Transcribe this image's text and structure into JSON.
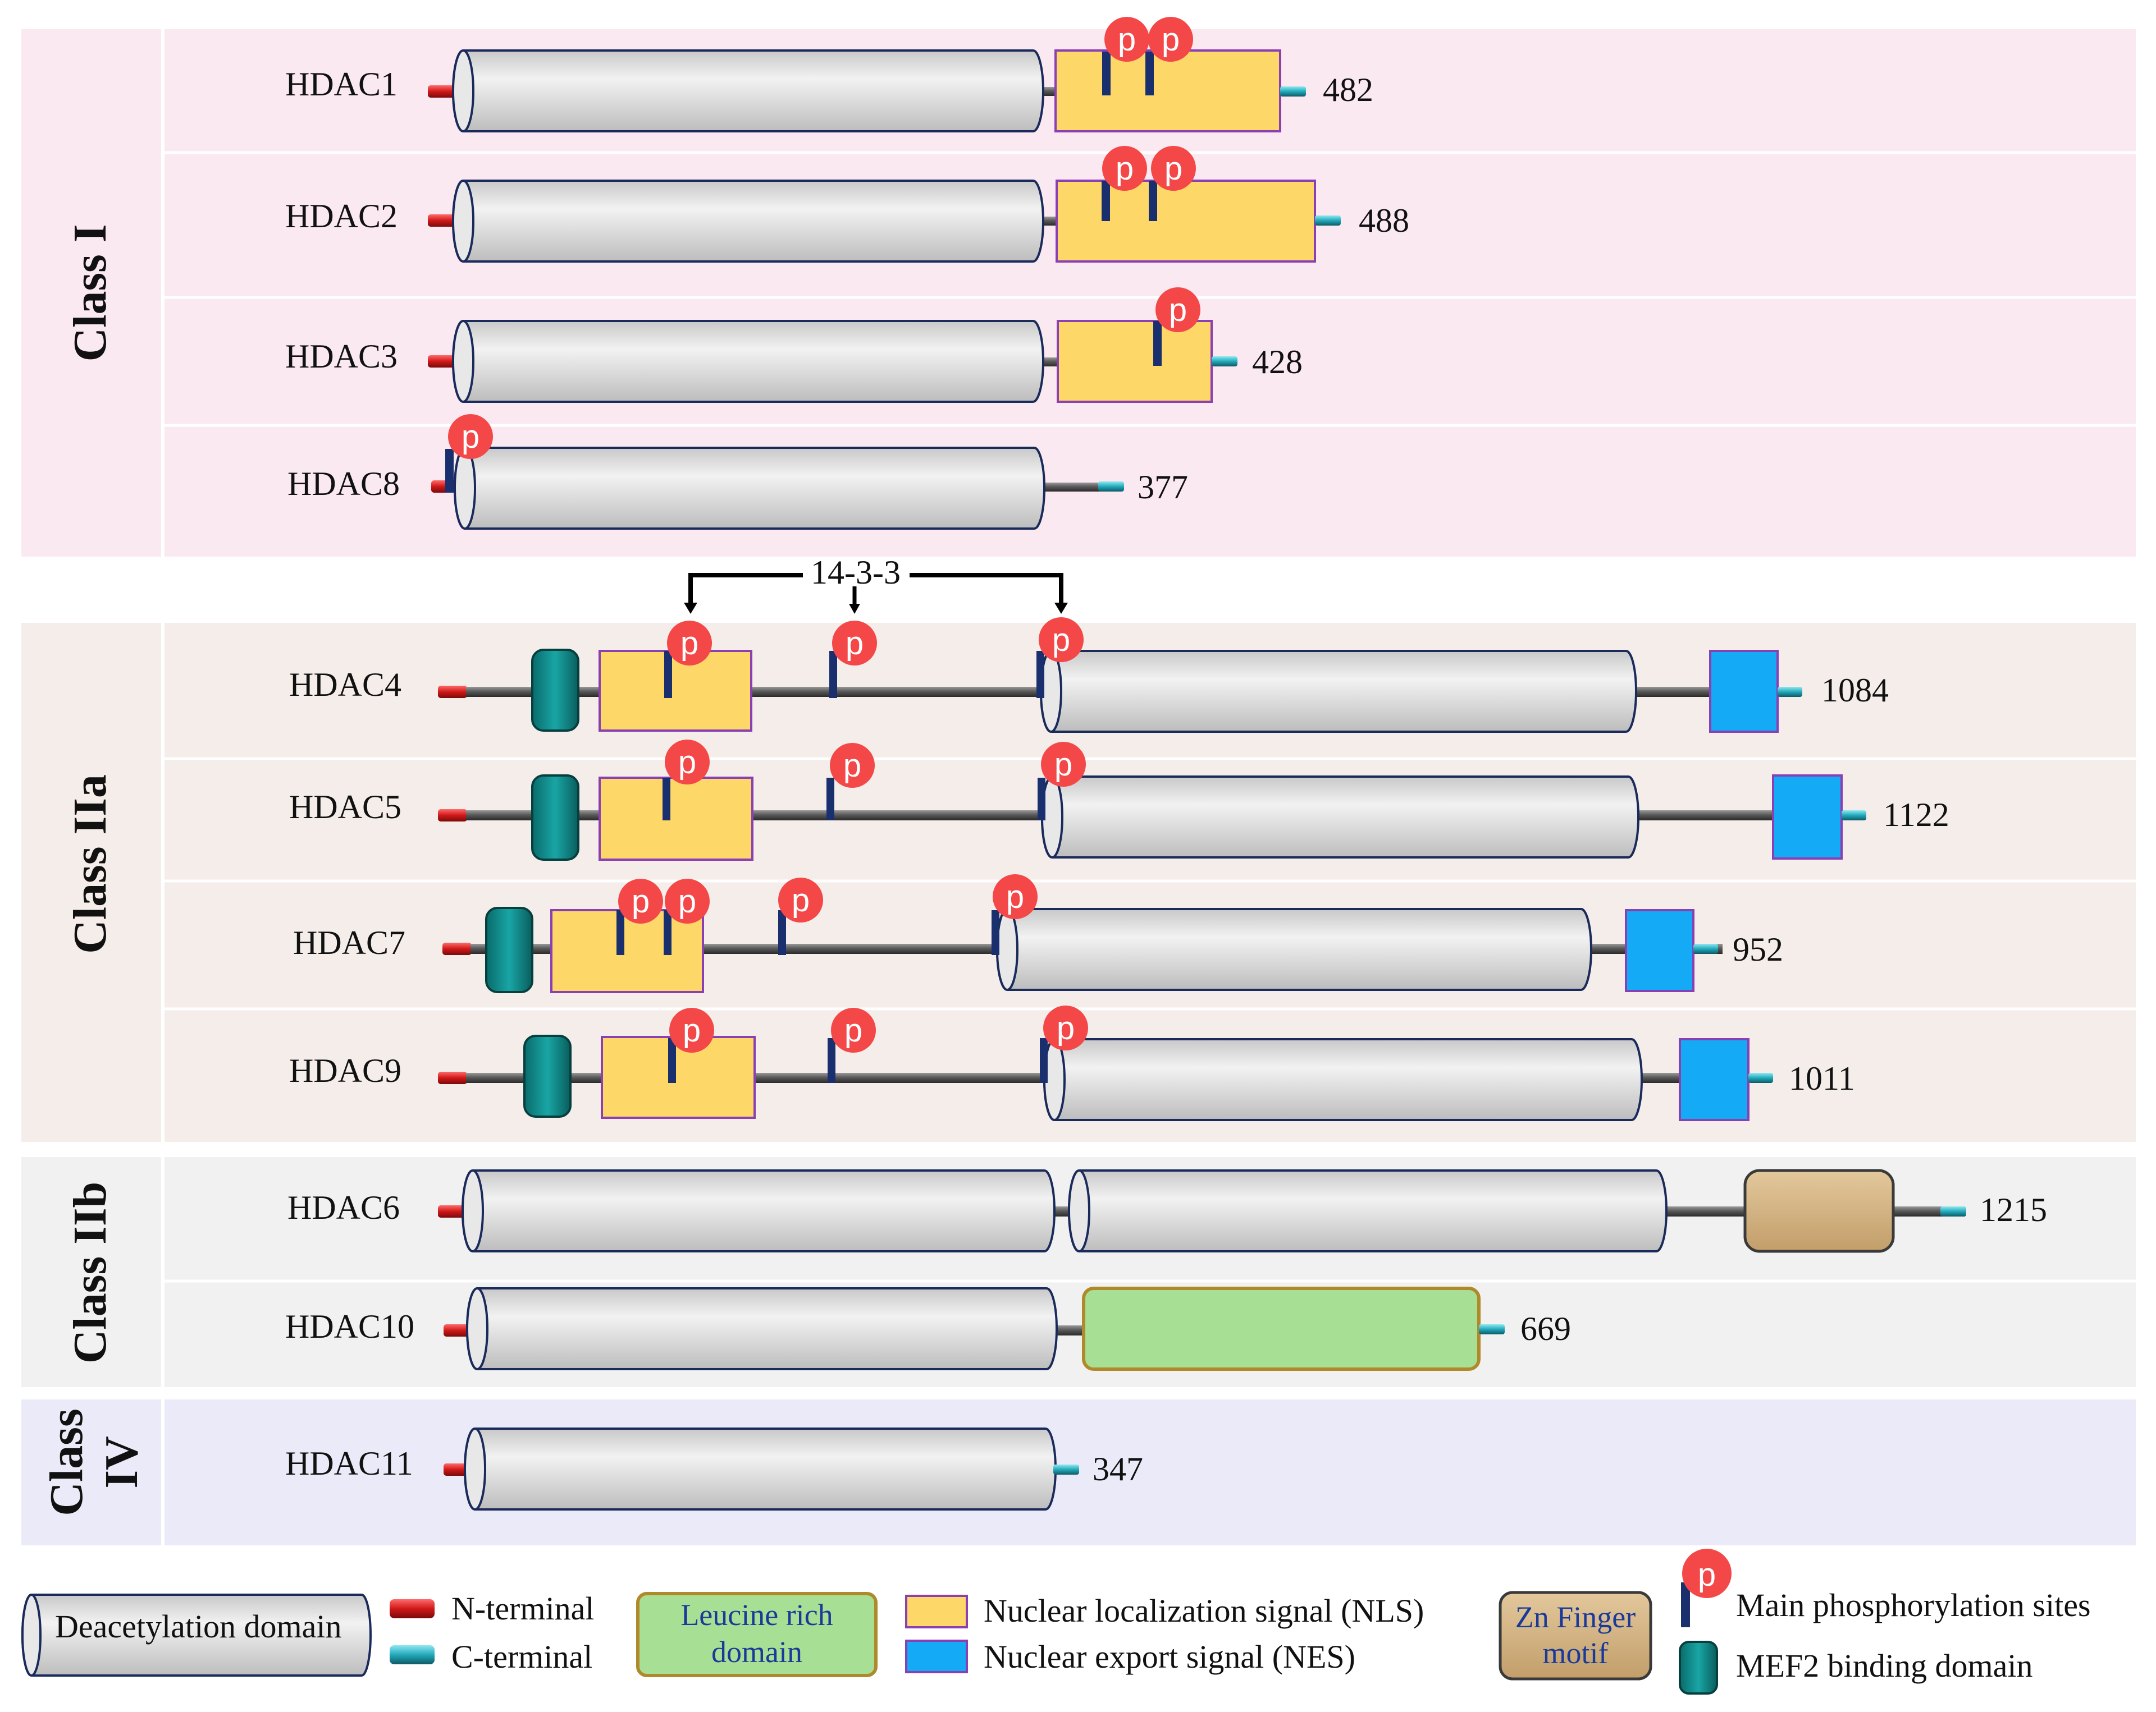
{
  "classes": [
    {
      "label": "Class I",
      "color": "#fbe9f1"
    },
    {
      "label": "Class IIa",
      "color": "#f4ede9"
    },
    {
      "label": "Class IIb",
      "color": "#f1f1f1"
    },
    {
      "label": "Class",
      "label2": "IV",
      "color": "#ebeaf8"
    }
  ],
  "proteins": [
    {
      "name": "HDAC1",
      "length": "482",
      "class": "Class I",
      "phosphorylation_sites": 2
    },
    {
      "name": "HDAC2",
      "length": "488",
      "class": "Class I",
      "phosphorylation_sites": 2
    },
    {
      "name": "HDAC3",
      "length": "428",
      "class": "Class I",
      "phosphorylation_sites": 1
    },
    {
      "name": "HDAC8",
      "length": "377",
      "class": "Class I",
      "phosphorylation_sites": 1
    },
    {
      "name": "HDAC4",
      "length": "1084",
      "class": "Class IIa",
      "phosphorylation_sites": 3
    },
    {
      "name": "HDAC5",
      "length": "1122",
      "class": "Class IIa",
      "phosphorylation_sites": 3
    },
    {
      "name": "HDAC7",
      "length": "952",
      "class": "Class IIa",
      "phosphorylation_sites": 4
    },
    {
      "name": "HDAC9",
      "length": "1011",
      "class": "Class IIa",
      "phosphorylation_sites": 3
    },
    {
      "name": "HDAC6",
      "length": "1215",
      "class": "Class IIb",
      "phosphorylation_sites": 0
    },
    {
      "name": "HDAC10",
      "length": "669",
      "class": "Class IIb",
      "phosphorylation_sites": 0
    },
    {
      "name": "HDAC11",
      "length": "347",
      "class": "Class IV",
      "phosphorylation_sites": 0
    }
  ],
  "binding_label": "14-3-3",
  "phospho_symbol": "p",
  "legend": {
    "deacetylation": "Deacetylation domain",
    "n_terminal": "N-terminal",
    "c_terminal": "C-terminal",
    "leucine_line1": "Leucine rich",
    "leucine_line2": "domain",
    "nls": "Nuclear localization signal (NLS)",
    "nes": "Nuclear export signal (NES)",
    "zn_line1": "Zn Finger",
    "zn_line2": "motif",
    "phospho": "Main phosphorylation sites",
    "mef2": "MEF2 binding domain"
  },
  "colors": {
    "deacetylation_domain": "#dcdcdc",
    "n_terminal": "#cc1a1a",
    "c_terminal": "#26b3c4",
    "nls": "#fdd868",
    "nes": "#14aaf5",
    "leucine_rich": "#a7df95",
    "zn_finger": "#d4b585",
    "mef2": "#0d8a8a",
    "phospho_bubble": "#f44848",
    "phospho_stick": "#1a2f6e"
  }
}
